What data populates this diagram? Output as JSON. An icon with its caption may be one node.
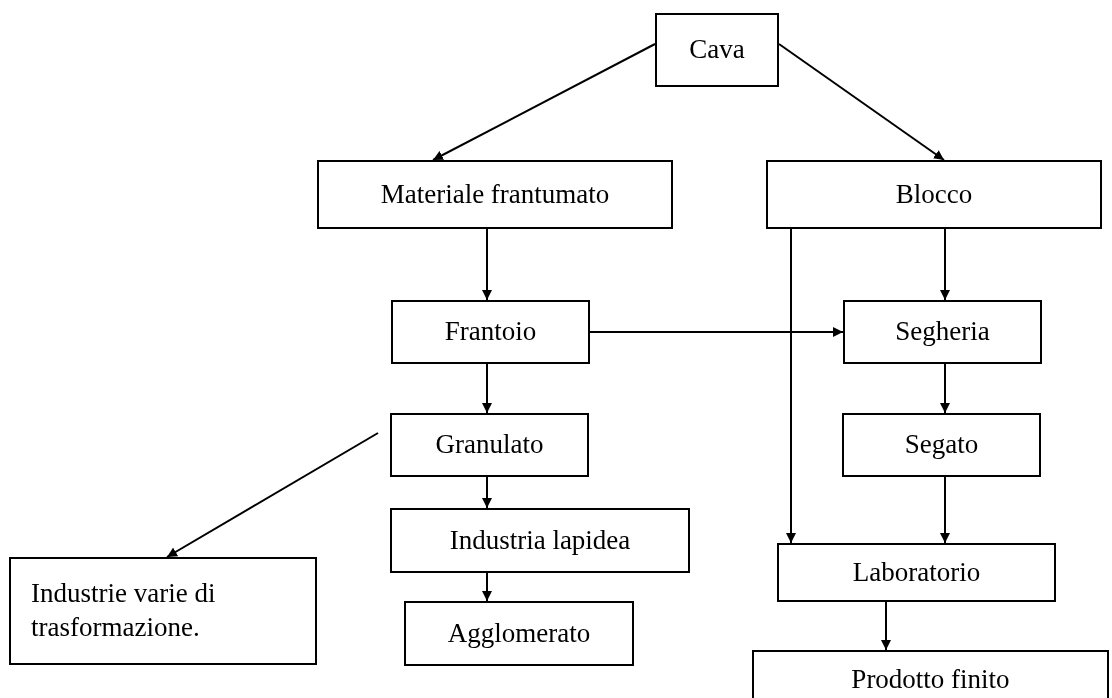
{
  "diagram": {
    "nodes": [
      {
        "text": [
          "Cava"
        ]
      },
      {
        "text": [
          "Materiale frantumato"
        ]
      },
      {
        "text": [
          "Blocco"
        ]
      },
      {
        "text": [
          "Frantoio"
        ]
      },
      {
        "text": [
          "Segheria"
        ]
      },
      {
        "text": [
          "Granulato"
        ]
      },
      {
        "text": [
          "Segato"
        ]
      },
      {
        "text": [
          "Industria lapidea"
        ]
      },
      {
        "text": [
          "Industrie varie di trasformazione."
        ]
      },
      {
        "text": [
          "Laboratorio"
        ]
      },
      {
        "text": [
          "Agglomerato"
        ]
      },
      {
        "text": [
          "Prodotto finito"
        ]
      }
    ],
    "edges": [
      {
        "from": 0,
        "to": 1,
        "arrow": "to"
      },
      {
        "from": 0,
        "to": 2,
        "arrow": "to"
      },
      {
        "from": 1,
        "to": 3,
        "arrow": "to"
      },
      {
        "from": 2,
        "to": 4,
        "arrow": "to"
      },
      {
        "from": 3,
        "to": 4,
        "arrow": "to"
      },
      {
        "from": 3,
        "to": 5,
        "arrow": "to"
      },
      {
        "from": 2,
        "to": 9,
        "arrow": "to"
      },
      {
        "from": 4,
        "to": 6,
        "arrow": "to"
      },
      {
        "from": 5,
        "to": 8,
        "arrow": "to"
      },
      {
        "from": 6,
        "to": 9,
        "arrow": "to"
      },
      {
        "from": 5,
        "to": 7,
        "arrow": "to"
      },
      {
        "from": 7,
        "to": 10,
        "arrow": "to"
      },
      {
        "from": 9,
        "to": 11,
        "arrow": "to"
      }
    ]
  }
}
